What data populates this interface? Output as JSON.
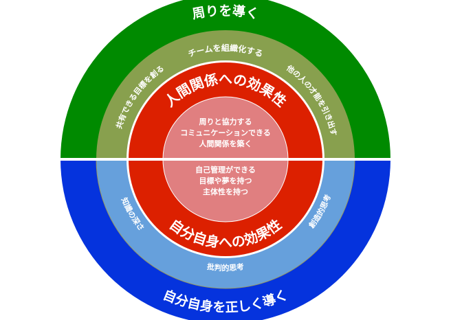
{
  "colors": {
    "green": "#008a00",
    "olive": "#88a04e",
    "red": "#dc2000",
    "pink": "#e07f80",
    "blue": "#0533dd",
    "lightblue": "#66a0dc"
  },
  "outer_top": "周りを導く",
  "outer_bottom": "自分自身を正しく導く",
  "olive_ring": {
    "top": "チームを組織化する",
    "left": "共有できる目標を創る",
    "right": "他の人の才能を引き出す"
  },
  "blue_ring": {
    "left": "知識の深さ",
    "bottom": "批判的思考",
    "right": "創造的思考"
  },
  "red_ring": {
    "top": "人間関係への効果性",
    "bottom": "自分自身への効果性"
  },
  "center_top": [
    "周りと協力する",
    "コミュニケーションできる",
    "人間関係を築く"
  ],
  "center_bottom": [
    "自己管理ができる",
    "目標や夢を持つ",
    "主体性を持つ"
  ]
}
